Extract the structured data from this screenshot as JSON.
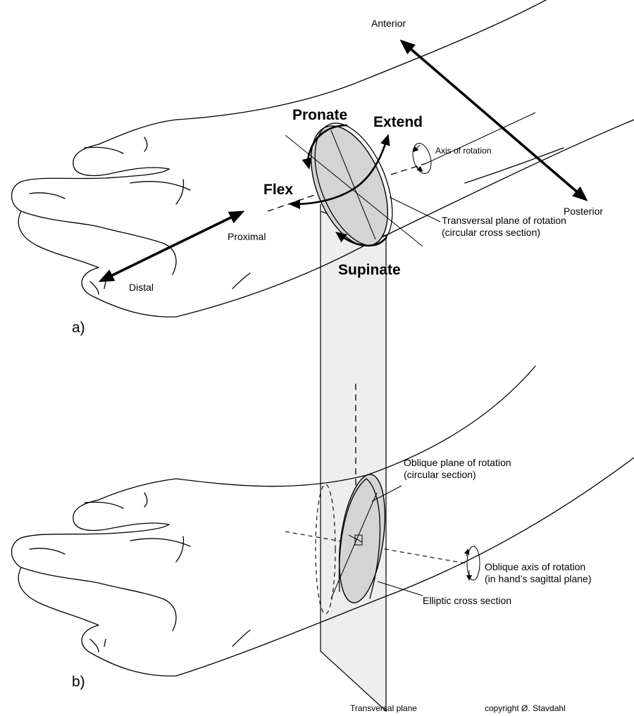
{
  "panels": {
    "a": {
      "panel_label": "a)",
      "anterior": "Anterior",
      "posterior": "Posterior",
      "pronate": "Pronate",
      "supinate": "Supinate",
      "extend": "Extend",
      "flex": "Flex",
      "proximal": "Proximal",
      "distal": "Distal",
      "axis_of_rotation": "Axis of rotation",
      "transversal_plane_line1": "Transversal plane of rotation",
      "transversal_plane_line2": "(circular cross section)"
    },
    "b": {
      "panel_label": "b)",
      "oblique_plane_line1": "Oblique plane of rotation",
      "oblique_plane_line2": "(circular section)",
      "oblique_axis_line1": "Oblique axis of rotation",
      "oblique_axis_line2": "(in hand’s sagittal plane)",
      "elliptic_cross_section": "Elliptic cross section"
    }
  },
  "footer": {
    "transversal_plane": "Transversal plane",
    "copyright": "copyright Ø. Stavdahl"
  },
  "colors": {
    "line": "#000000",
    "shading": "#d4d4d4",
    "plane_fill": "#eeeeee",
    "background": "#ffffff"
  }
}
